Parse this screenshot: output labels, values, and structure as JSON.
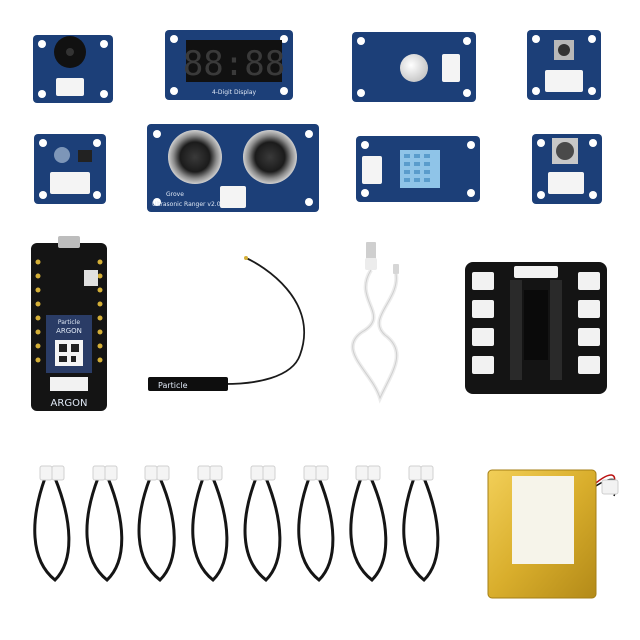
{
  "components": {
    "seven_segment": {
      "readout": "88:88",
      "caption": "4-Digit Display"
    },
    "ultrasonic": {
      "caption": "Ultrasonic Ranger v2.0",
      "brand": "Grove"
    },
    "argon": {
      "brand": "Particle",
      "name": "ARGON",
      "board_label": "ARGON"
    },
    "antenna": {
      "brand": "Particle"
    },
    "colors": {
      "grove_blue": "#1c3f78",
      "board_black": "#141414",
      "battery_gold": "#d9ae2c",
      "cable_white": "#ececec"
    }
  }
}
